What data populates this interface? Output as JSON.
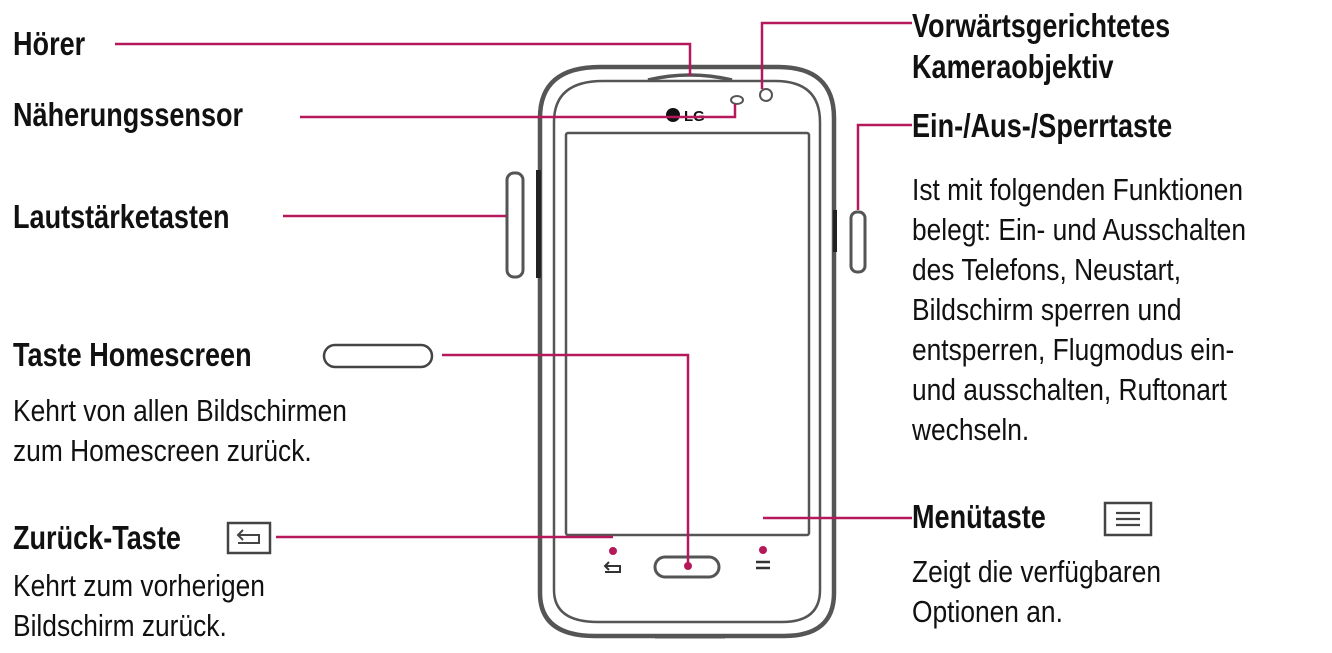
{
  "labels": {
    "hoerer": "Hörer",
    "naeherungssensor": "Näherungssensor",
    "lautstaerketasten": "Lautstärketasten",
    "taste_homescreen": "Taste Homescreen",
    "taste_homescreen_desc": "Kehrt von allen Bildschirmen\nzum Homescreen zurück.",
    "zurueck_taste": "Zurück-Taste",
    "zurueck_taste_desc": "Kehrt zum vorherigen\nBildschirm zurück.",
    "kamera": "Vorwärtsgerichtetes\nKameraobjektiv",
    "ein_aus": "Ein-/Aus-/Sperrtaste",
    "ein_aus_desc": "Ist mit folgenden Funktionen\nbelegt: Ein- und Ausschalten\ndes Telefons, Neustart,\nBildschirm sperren und\nentsperren, Flugmodus ein-\nund ausschalten, Ruftonart\nwechseln.",
    "menuetaste": "Menütaste",
    "menuetaste_desc": "Zeigt die verfügbaren\nOptionen an.",
    "logo": "LG"
  },
  "colors": {
    "leader_line": "#b5195b",
    "device_outline": "#555555",
    "text": "#111111"
  },
  "icons": {
    "home": "home-key-icon",
    "back": "back-arrow-icon",
    "menu": "menu-lines-icon"
  }
}
